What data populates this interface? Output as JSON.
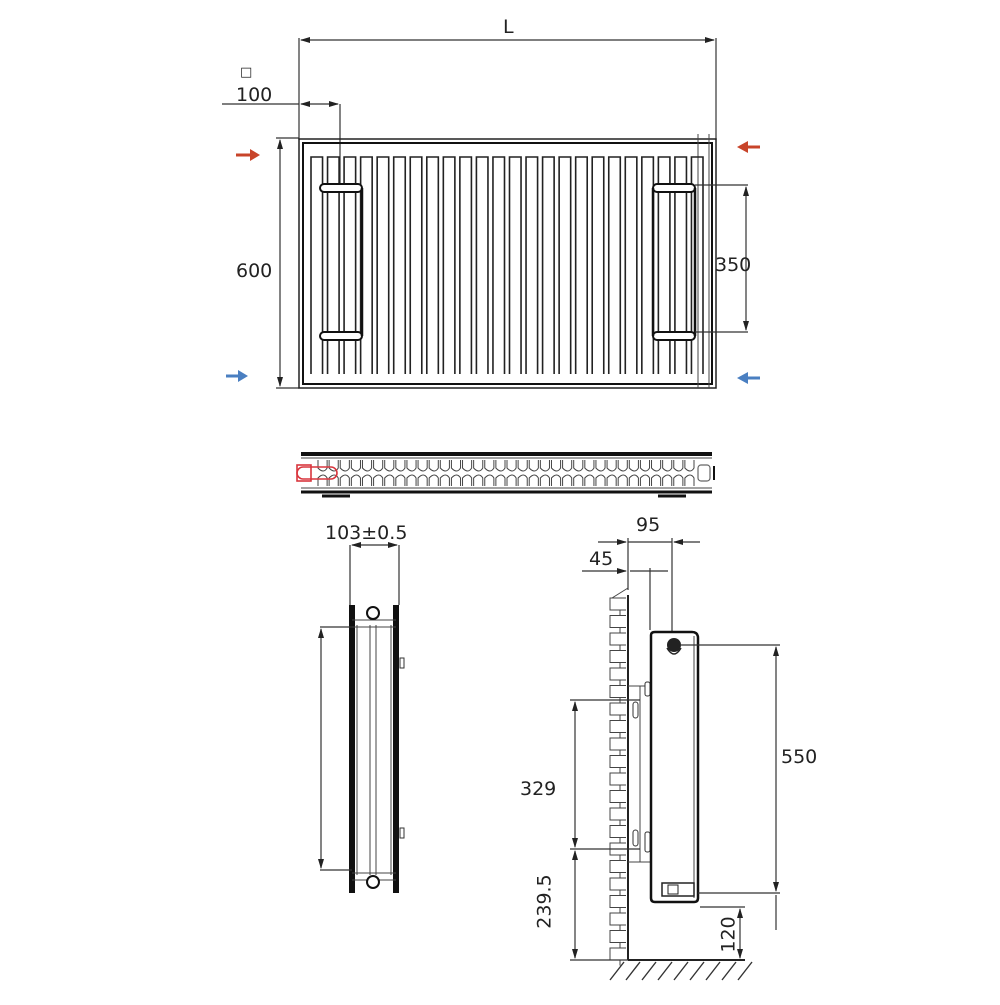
{
  "front_view": {
    "length_label": "L",
    "offset_symbol": "□",
    "offset_label": "100",
    "height_label": "600",
    "bracket_spacing_label": "350",
    "arrows": {
      "inlet_color": "#c8442a",
      "outlet_color": "#4a7fc1"
    },
    "fin_count": 24
  },
  "top_view": {
    "valve_color": "#d9363e",
    "channel_count": 34
  },
  "side_view": {
    "depth_label": "103±0.5"
  },
  "mounting_view": {
    "total_depth_label": "95",
    "wall_gap_label": "45",
    "bracket_distance_label": "329",
    "connection_spacing_label": "550",
    "bracket_height_label": "239.5",
    "floor_clearance_label": "120"
  }
}
